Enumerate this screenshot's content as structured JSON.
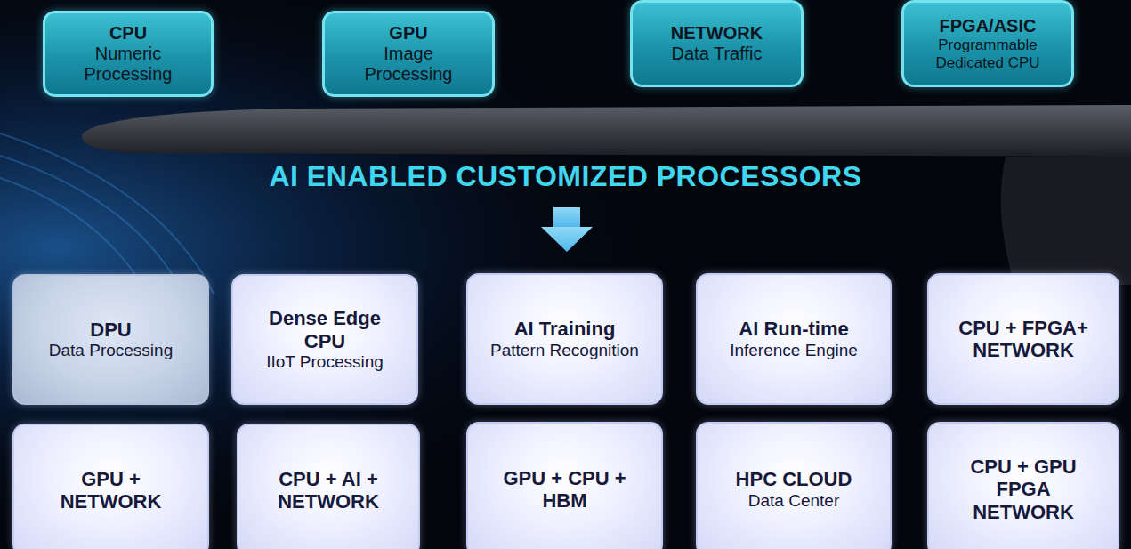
{
  "diagram": {
    "title": "AI ENABLED CUSTOMIZED PROCESSORS",
    "nodes": [
      {
        "text": [
          "CPU",
          "Numeric Processing"
        ]
      },
      {
        "text": [
          "GPU",
          "Image Processing"
        ]
      },
      {
        "text": [
          "NETWORK",
          "Data Traffic"
        ]
      },
      {
        "text": [
          "FPGA/ASIC",
          "Programmable Dedicated CPU"
        ]
      },
      {
        "text": [
          "DPU",
          "Data Processing"
        ]
      },
      {
        "text": [
          "Dense Edge CPU",
          "IIoT Processing"
        ]
      },
      {
        "text": [
          "AI Training",
          "Pattern Recognition"
        ]
      },
      {
        "text": [
          "AI Run-time",
          "Inference Engine"
        ]
      },
      {
        "text": [
          "CPU + FPGA+ NETWORK"
        ]
      },
      {
        "text": [
          "GPU + NETWORK"
        ]
      },
      {
        "text": [
          "CPU + AI + NETWORK"
        ]
      },
      {
        "text": [
          "GPU + CPU + HBM"
        ]
      },
      {
        "text": [
          "HPC CLOUD",
          "Data Center"
        ]
      },
      {
        "text": [
          "CPU + GPU FPGA NETWORK"
        ]
      }
    ]
  }
}
